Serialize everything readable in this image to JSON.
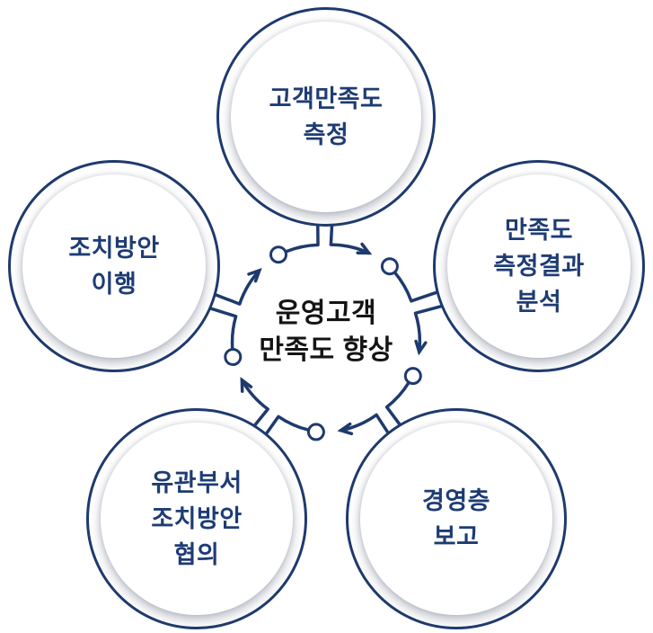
{
  "diagram": {
    "center": {
      "lines": [
        "운영고객",
        "만족도 향상"
      ]
    },
    "steps": [
      {
        "id": "measurement",
        "angle": -90,
        "lines": [
          "고객만족도",
          "측정"
        ]
      },
      {
        "id": "analysis",
        "angle": -18,
        "lines": [
          "만족도",
          "측정결과",
          "분석"
        ]
      },
      {
        "id": "report",
        "angle": 54,
        "lines": [
          "경영층",
          "보고"
        ]
      },
      {
        "id": "consultation",
        "angle": 126,
        "lines": [
          "유관부서",
          "조치방안",
          "협의"
        ]
      },
      {
        "id": "implementation",
        "angle": 198,
        "lines": [
          "조치방안",
          "이행"
        ]
      }
    ],
    "colors": {
      "stroke": "#1e3a6e",
      "label_text": "#1e3c74",
      "center_text": "#141414",
      "circle_fill": "#ffffff",
      "background": "#ffffff"
    }
  }
}
